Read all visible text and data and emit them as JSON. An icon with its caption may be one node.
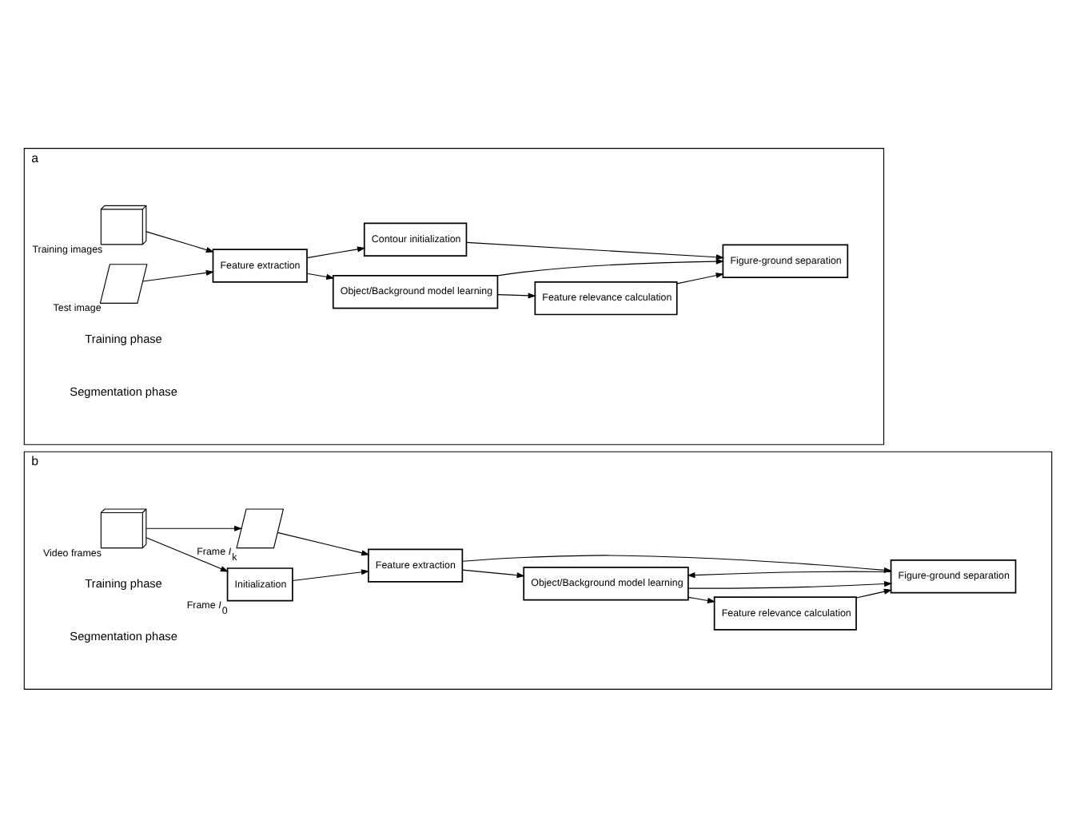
{
  "diagram": {
    "nodes": [
      {
        "text": [
          "a"
        ]
      },
      {
        "text": [],
        "shape": "picture",
        "beside": [
          "Training images"
        ],
        "in": 0
      },
      {
        "text": [],
        "shape": "picture",
        "beside": [
          "Test image"
        ],
        "in": 0
      },
      {
        "text": [
          "Feature extraction"
        ],
        "in": 0
      },
      {
        "text": [
          "Object/Background model learning"
        ],
        "in": 0
      },
      {
        "text": [
          "Feature relevance calculation"
        ],
        "in": 0
      },
      {
        "text": [
          "Contour initialization"
        ],
        "in": 0
      },
      {
        "text": [
          "Figure-ground separation"
        ],
        "in": 0
      },
      {
        "text": [
          "b"
        ]
      },
      {
        "text": [],
        "shape": "picture",
        "beside": [
          "Video frames"
        ],
        "in": 8
      },
      {
        "text": [
          "Initialization"
        ],
        "beside": [
          "Frame *I*$_{0}$"
        ],
        "in": 8
      },
      {
        "text": [
          "Feature extraction"
        ],
        "in": 8
      },
      {
        "text": [],
        "shape": "picture",
        "beside": [
          "Frame *I*$_{k}$"
        ],
        "in": 8
      },
      {
        "text": [
          "Object/Background model learning"
        ],
        "in": 8
      },
      {
        "text": [
          "Feature relevance calculation"
        ],
        "in": 8
      },
      {
        "text": [
          "Figure-ground separation"
        ],
        "in": 8
      }
    ],
    "edges": [
      {
        "from": 1,
        "to": 3,
        "arrow": "to"
      },
      {
        "from": 2,
        "to": 3,
        "arrow": "to"
      },
      {
        "from": 3,
        "to": 4,
        "arrow": "to"
      },
      {
        "from": 3,
        "to": 6,
        "arrow": "to"
      },
      {
        "from": 4,
        "to": 5,
        "arrow": "to"
      },
      {
        "from": 4,
        "to": 7,
        "arrow": "to"
      },
      {
        "from": 5,
        "to": 7,
        "arrow": "to"
      },
      {
        "from": 6,
        "to": 7,
        "arrow": "to"
      },
      {
        "from": 9,
        "to": 10,
        "arrow": "to"
      },
      {
        "from": 9,
        "to": 12,
        "arrow": "to"
      },
      {
        "from": 10,
        "to": 11,
        "arrow": "to"
      },
      {
        "from": 12,
        "to": 11,
        "arrow": "to"
      },
      {
        "from": 11,
        "to": 13,
        "arrow": "to"
      },
      {
        "from": 11,
        "to": 15,
        "arrow": "to"
      },
      {
        "from": 13,
        "to": 14,
        "arrow": "to"
      },
      {
        "from": 13,
        "to": 15,
        "arrow": "to"
      },
      {
        "from": 14,
        "to": 15,
        "arrow": "to"
      },
      {
        "from": 15,
        "to": 13,
        "arrow": "to"
      }
    ],
    "labels": [
      "Training phase",
      "Segmentation phase",
      "Training phase",
      "Segmentation phase"
    ]
  }
}
